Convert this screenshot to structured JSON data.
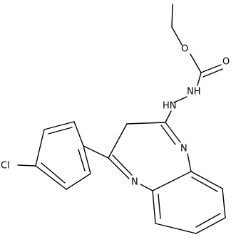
{
  "molecule": {
    "atoms": {
      "ester_oxygen": "O",
      "carbonyl_oxygen": "O",
      "hydrazine_nh_upper": "NH",
      "hydrazine_nh_lower": "HN",
      "ring_n_right": "N",
      "ring_n_left": "N",
      "chlorine": "Cl"
    }
  }
}
